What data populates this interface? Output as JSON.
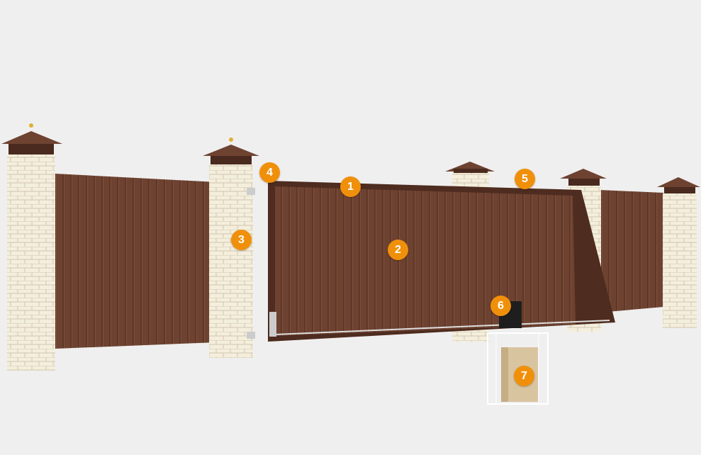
{
  "colors": {
    "background": "#efefef",
    "marker": "#f0900a",
    "panel": "#6e4231",
    "brick": "#f3ecd8",
    "box": "#d9c4a0"
  },
  "markers": [
    {
      "label": "1"
    },
    {
      "label": "2"
    },
    {
      "label": "3"
    },
    {
      "label": "4"
    },
    {
      "label": "5"
    },
    {
      "label": "6"
    },
    {
      "label": "7"
    }
  ]
}
